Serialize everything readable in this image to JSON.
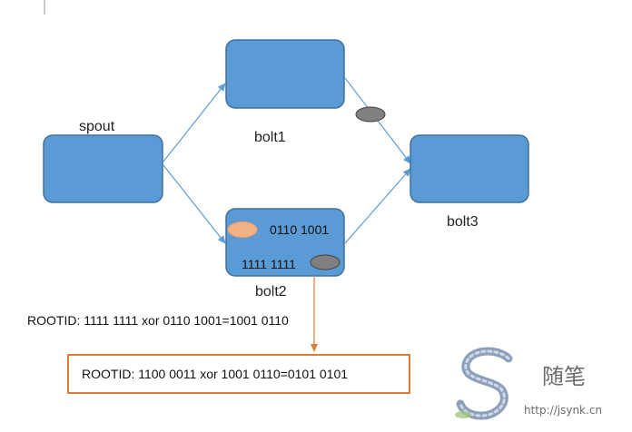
{
  "nodes": {
    "spout": "spout",
    "bolt1": "bolt1",
    "bolt2": "bolt2",
    "bolt3": "bolt3"
  },
  "bolt2": {
    "bits_top": "0110 1001",
    "bits_bottom": "1111 1111"
  },
  "formula_1": "ROOTID: 1111 1111 xor 0110 1001=1001 0110",
  "formula_2": "ROOTID: 1100 0011 xor 1001 0110=0101 0101",
  "watermark": {
    "cn": "随笔",
    "url": "http://jsynk.cn"
  },
  "colors": {
    "node_fill": "#5b9bd5",
    "node_stroke": "#41719c",
    "edge": "#5b9bd5",
    "tuple_gray": "#808080",
    "tuple_orange": "#f4b183",
    "result_border": "#e07b39"
  }
}
